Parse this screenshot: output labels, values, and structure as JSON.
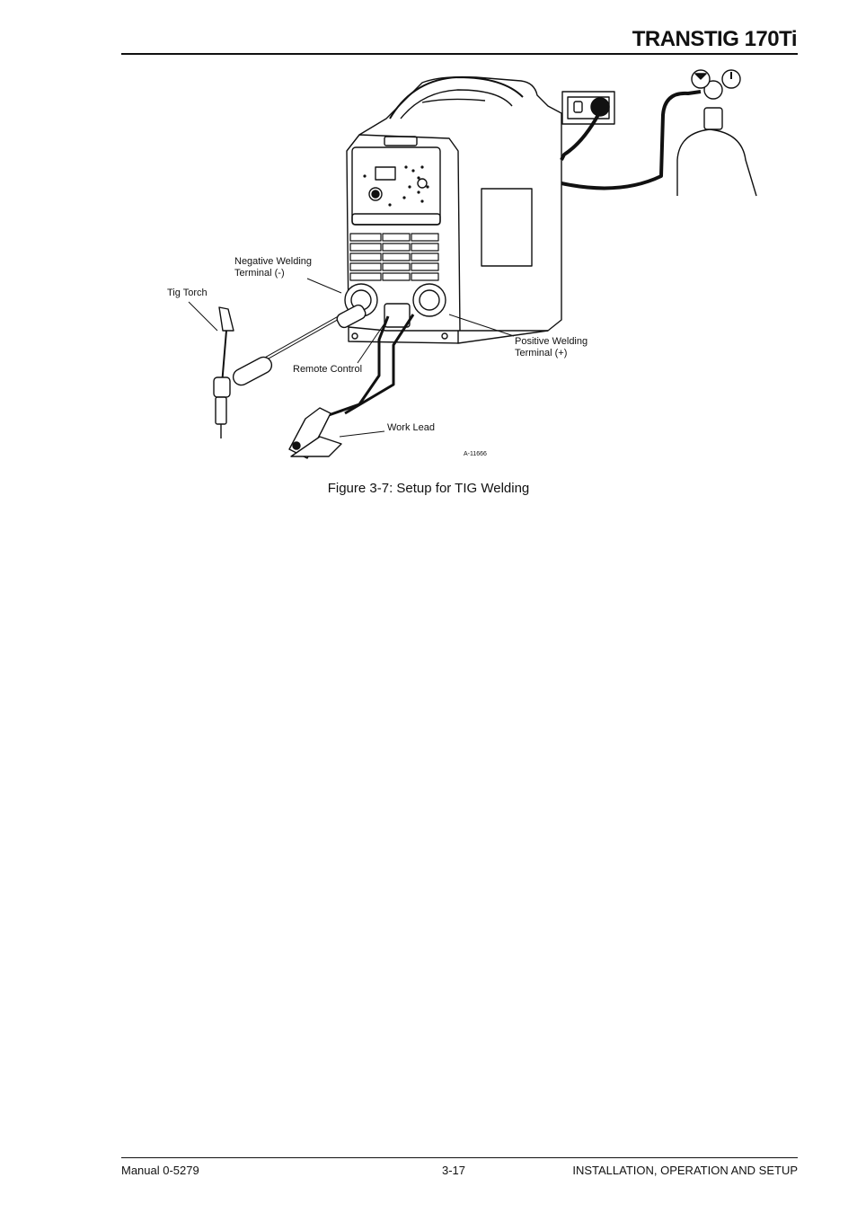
{
  "header": {
    "product_title": "TRANSTIG 170Ti"
  },
  "figure": {
    "labels": {
      "negative_terminal_line1": "Negative Welding",
      "negative_terminal_line2": "Terminal (-)",
      "tig_torch": "Tig Torch",
      "remote_control": "Remote Control",
      "positive_terminal_line1": "Positive Welding",
      "positive_terminal_line2": "Terminal (+)",
      "work_lead": "Work Lead"
    },
    "figure_id": "A-11666",
    "caption": "Figure 3-7: Setup for TIG Welding"
  },
  "footer": {
    "manual": "Manual 0-5279",
    "page": "3-17",
    "section": "INSTALLATION, OPERATION AND SETUP"
  }
}
